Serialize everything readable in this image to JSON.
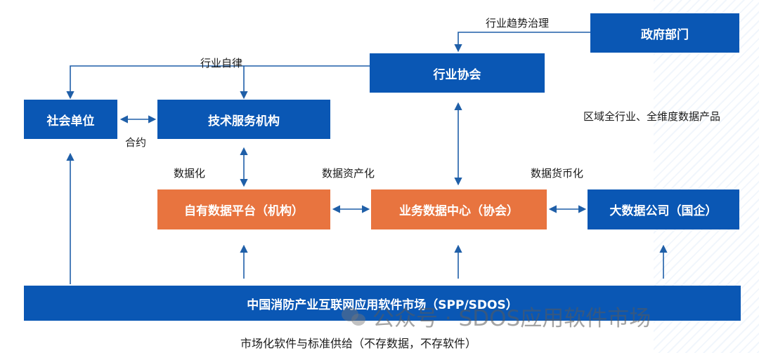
{
  "nodes": {
    "government": "政府部门",
    "industry_association": "行业协会",
    "social_unit": "社会单位",
    "tech_service": "技术服务机构",
    "own_data_platform": "自有数据平台（机构）",
    "business_data_center": "业务数据中心（协会）",
    "big_data_company": "大数据公司（国企）",
    "market": "中国消防产业互联网应用软件市场（SPP/SDOS）"
  },
  "labels": {
    "industry_trend": "行业趋势治理",
    "self_discipline": "行业自律",
    "contract": "合约",
    "datafication": "数据化",
    "data_assetization": "数据资产化",
    "data_monetization": "数据货币化",
    "regional_products": "区域全行业、全维度数据产品",
    "market_supply": "市场化软件与标准供给（不存数据，不存软件）"
  },
  "watermark": "公众号 · SDOS应用软件市场",
  "colors": {
    "blue": "#0a57b4",
    "orange": "#e8743f",
    "arrow": "#1f5fa8"
  }
}
